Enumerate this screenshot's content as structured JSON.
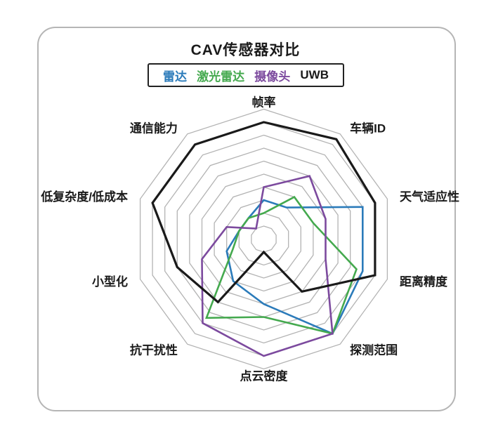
{
  "title": "CAV传感器对比",
  "legend": {
    "items": [
      {
        "key": "radar",
        "label": "雷达",
        "color": "#2b7bba"
      },
      {
        "key": "lidar",
        "label": "激光雷达",
        "color": "#44a94e"
      },
      {
        "key": "camera",
        "label": "摄像头",
        "color": "#7c4a9e"
      },
      {
        "key": "uwb",
        "label": "UWB",
        "color": "#1a1a1a"
      }
    ]
  },
  "chart_data": {
    "type": "radar",
    "title": "CAV传感器对比",
    "axes": [
      "帧率",
      "车辆ID",
      "天气适应性",
      "距离精度",
      "探测范围",
      "点云密度",
      "抗干扰性",
      "小型化",
      "低复杂度/低成本",
      "通信能力"
    ],
    "scale": {
      "min": 0,
      "max": 10,
      "rings": 10,
      "gridlines": true,
      "spokes": false
    },
    "series": [
      {
        "key": "radar",
        "name": "雷达",
        "color": "#2b7bba",
        "line_width": 2.6,
        "values": [
          3,
          3,
          8,
          8,
          9,
          5,
          4,
          3,
          2,
          2
        ]
      },
      {
        "key": "lidar",
        "name": "激光雷达",
        "color": "#44a94e",
        "line_width": 2.6,
        "values": [
          2,
          4,
          4,
          7.5,
          9,
          6,
          7.5,
          2.5,
          2,
          2
        ]
      },
      {
        "key": "camera",
        "name": "摄像头",
        "color": "#7c4a9e",
        "line_width": 2.6,
        "values": [
          4,
          6,
          5,
          5,
          9,
          9,
          8,
          5,
          3,
          1
        ]
      },
      {
        "key": "uwb",
        "name": "UWB",
        "color": "#1a1a1a",
        "line_width": 3.2,
        "values": [
          9,
          9.5,
          9,
          9,
          5,
          1,
          6,
          7,
          9,
          9
        ]
      }
    ],
    "grid_color": "#b3b3b3",
    "label_color": "#1a1a1a",
    "legend_position": "top",
    "fill": "none"
  }
}
